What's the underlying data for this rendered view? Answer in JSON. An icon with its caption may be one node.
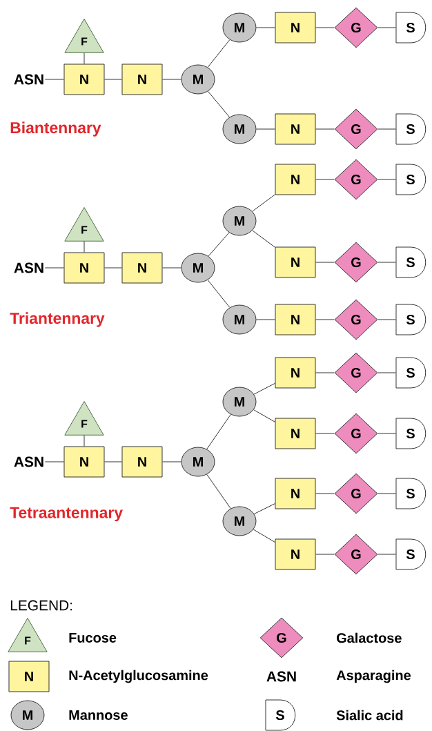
{
  "diagram": {
    "nodes": [
      {
        "text": [
          "ASN"
        ]
      },
      {
        "text": [
          "F"
        ]
      },
      {
        "text": [
          "N"
        ]
      },
      {
        "text": [
          "N"
        ]
      },
      {
        "text": [
          "M"
        ]
      },
      {
        "text": [
          "M"
        ]
      },
      {
        "text": [
          "N"
        ]
      },
      {
        "text": [
          "G"
        ]
      },
      {
        "text": [
          "S"
        ]
      },
      {
        "text": [
          "M"
        ]
      },
      {
        "text": [
          "N"
        ]
      },
      {
        "text": [
          "G"
        ]
      },
      {
        "text": [
          "S"
        ]
      },
      {
        "text": [
          "ASN"
        ]
      },
      {
        "text": [
          "F"
        ]
      },
      {
        "text": [
          "N"
        ]
      },
      {
        "text": [
          "N"
        ]
      },
      {
        "text": [
          "M"
        ]
      },
      {
        "text": [
          "M"
        ]
      },
      {
        "text": [
          "N"
        ]
      },
      {
        "text": [
          "G"
        ]
      },
      {
        "text": [
          "S"
        ]
      },
      {
        "text": [
          "N"
        ]
      },
      {
        "text": [
          "G"
        ]
      },
      {
        "text": [
          "S"
        ]
      },
      {
        "text": [
          "M"
        ]
      },
      {
        "text": [
          "N"
        ]
      },
      {
        "text": [
          "G"
        ]
      },
      {
        "text": [
          "S"
        ]
      },
      {
        "text": [
          "ASN"
        ]
      },
      {
        "text": [
          "F"
        ]
      },
      {
        "text": [
          "N"
        ]
      },
      {
        "text": [
          "N"
        ]
      },
      {
        "text": [
          "M"
        ]
      },
      {
        "text": [
          "M"
        ]
      },
      {
        "text": [
          "N"
        ]
      },
      {
        "text": [
          "G"
        ]
      },
      {
        "text": [
          "S"
        ]
      },
      {
        "text": [
          "N"
        ]
      },
      {
        "text": [
          "G"
        ]
      },
      {
        "text": [
          "S"
        ]
      },
      {
        "text": [
          "M"
        ]
      },
      {
        "text": [
          "N"
        ]
      },
      {
        "text": [
          "G"
        ]
      },
      {
        "text": [
          "S"
        ]
      },
      {
        "text": [
          "N"
        ]
      },
      {
        "text": [
          "G"
        ]
      },
      {
        "text": [
          "S"
        ]
      }
    ],
    "edges": [
      {
        "from": 0,
        "to": 2,
        "arrow": "none"
      },
      {
        "from": 1,
        "to": 2,
        "arrow": "none"
      },
      {
        "from": 2,
        "to": 3,
        "arrow": "none"
      },
      {
        "from": 3,
        "to": 4,
        "arrow": "none"
      },
      {
        "from": 4,
        "to": 5,
        "arrow": "none"
      },
      {
        "from": 5,
        "to": 6,
        "arrow": "none"
      },
      {
        "from": 6,
        "to": 7,
        "arrow": "none"
      },
      {
        "from": 7,
        "to": 8,
        "arrow": "none"
      },
      {
        "from": 4,
        "to": 9,
        "arrow": "none"
      },
      {
        "from": 9,
        "to": 10,
        "arrow": "none"
      },
      {
        "from": 10,
        "to": 11,
        "arrow": "none"
      },
      {
        "from": 11,
        "to": 12,
        "arrow": "none"
      },
      {
        "from": 13,
        "to": 15,
        "arrow": "none"
      },
      {
        "from": 14,
        "to": 15,
        "arrow": "none"
      },
      {
        "from": 15,
        "to": 16,
        "arrow": "none"
      },
      {
        "from": 16,
        "to": 17,
        "arrow": "none"
      },
      {
        "from": 17,
        "to": 18,
        "arrow": "none"
      },
      {
        "from": 18,
        "to": 19,
        "arrow": "none"
      },
      {
        "from": 19,
        "to": 20,
        "arrow": "none"
      },
      {
        "from": 20,
        "to": 21,
        "arrow": "none"
      },
      {
        "from": 18,
        "to": 22,
        "arrow": "none"
      },
      {
        "from": 22,
        "to": 23,
        "arrow": "none"
      },
      {
        "from": 23,
        "to": 24,
        "arrow": "none"
      },
      {
        "from": 17,
        "to": 25,
        "arrow": "none"
      },
      {
        "from": 25,
        "to": 26,
        "arrow": "none"
      },
      {
        "from": 26,
        "to": 27,
        "arrow": "none"
      },
      {
        "from": 27,
        "to": 28,
        "arrow": "none"
      },
      {
        "from": 29,
        "to": 31,
        "arrow": "none"
      },
      {
        "from": 30,
        "to": 31,
        "arrow": "none"
      },
      {
        "from": 31,
        "to": 32,
        "arrow": "none"
      },
      {
        "from": 32,
        "to": 33,
        "arrow": "none"
      },
      {
        "from": 33,
        "to": 34,
        "arrow": "none"
      },
      {
        "from": 34,
        "to": 35,
        "arrow": "none"
      },
      {
        "from": 35,
        "to": 36,
        "arrow": "none"
      },
      {
        "from": 36,
        "to": 37,
        "arrow": "none"
      },
      {
        "from": 34,
        "to": 38,
        "arrow": "none"
      },
      {
        "from": 38,
        "to": 39,
        "arrow": "none"
      },
      {
        "from": 39,
        "to": 40,
        "arrow": "none"
      },
      {
        "from": 33,
        "to": 41,
        "arrow": "none"
      },
      {
        "from": 41,
        "to": 42,
        "arrow": "none"
      },
      {
        "from": 42,
        "to": 43,
        "arrow": "none"
      },
      {
        "from": 43,
        "to": 44,
        "arrow": "none"
      },
      {
        "from": 41,
        "to": 45,
        "arrow": "none"
      },
      {
        "from": 45,
        "to": 46,
        "arrow": "none"
      },
      {
        "from": 46,
        "to": 47,
        "arrow": "none"
      }
    ],
    "labels": [
      "Biantennary",
      "Triantennary",
      "Tetraantennary",
      "LEGEND:",
      "F",
      "G",
      "N",
      "ASN",
      "M",
      "S"
    ],
    "legend": [
      {
        "text": "Fucose"
      },
      {
        "text": "Galactose"
      },
      {
        "text": "N-Acetylglucosamine"
      },
      {
        "text": "Asparagine"
      },
      {
        "text": "Mannose"
      },
      {
        "text": "Sialic acid"
      }
    ]
  }
}
